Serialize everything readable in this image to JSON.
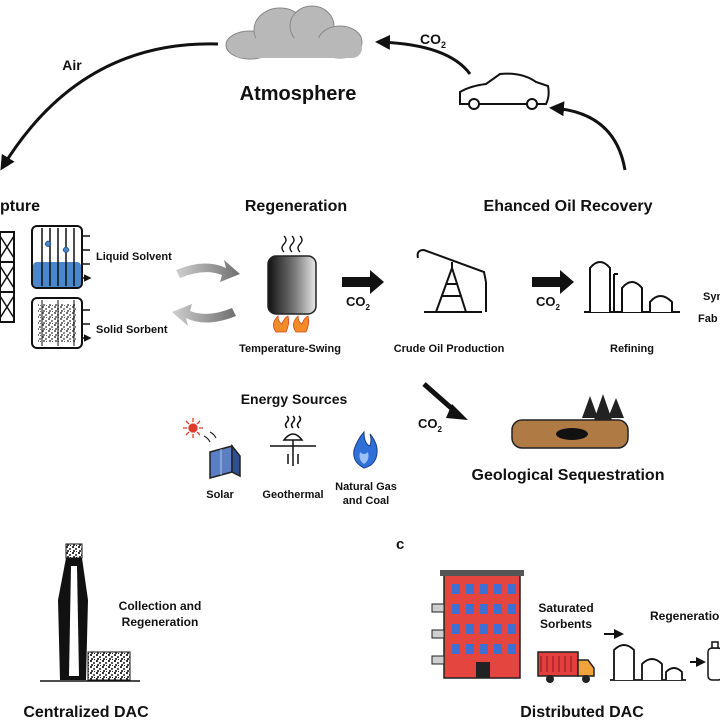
{
  "top": {
    "atmosphere": "Atmosphere",
    "air": "Air",
    "co2_main": "CO",
    "co2_sub": "2"
  },
  "sections": {
    "capture": "pture",
    "regeneration": "Regeneration",
    "enhanced_oil_recovery": "Ehanced Oil Recovery",
    "energy_sources": "Energy Sources",
    "geological_sequestration": "Geological Sequestration",
    "centralized": "Centralized DAC",
    "distributed": "Distributed DAC",
    "panel_c": "c"
  },
  "capture": {
    "liquid_solvent": "Liquid Solvent",
    "solid_sorbent": "Solid Sorbent"
  },
  "process": {
    "temperature_swing": "Temperature-Swing",
    "crude_oil_production": "Crude Oil Production",
    "refining": "Refining",
    "right_cut_1": "Syn",
    "right_cut_2": "Fab"
  },
  "energy": {
    "solar": "Solar",
    "geothermal": "Geothermal",
    "natural_gas_line1": "Natural Gas",
    "natural_gas_line2": "and Coal"
  },
  "centralized": {
    "collection_line1": "Collection and",
    "collection_line2": "Regeneration"
  },
  "distributed": {
    "saturated_line1": "Saturated",
    "saturated_line2": "Sorbents",
    "regeneration_cut": "Regeneratio"
  },
  "colors": {
    "cloud": "#b8b8b8",
    "liquid": "#4a86c8",
    "solar_panel": "#5b7fc4",
    "flame_blue": "#2f6fd8",
    "sun": "#e03a2a",
    "building": "#e5453f",
    "window": "#3f6fd0",
    "truck": "#e23e3e",
    "soil": "#b07a45",
    "tree": "#222222"
  }
}
